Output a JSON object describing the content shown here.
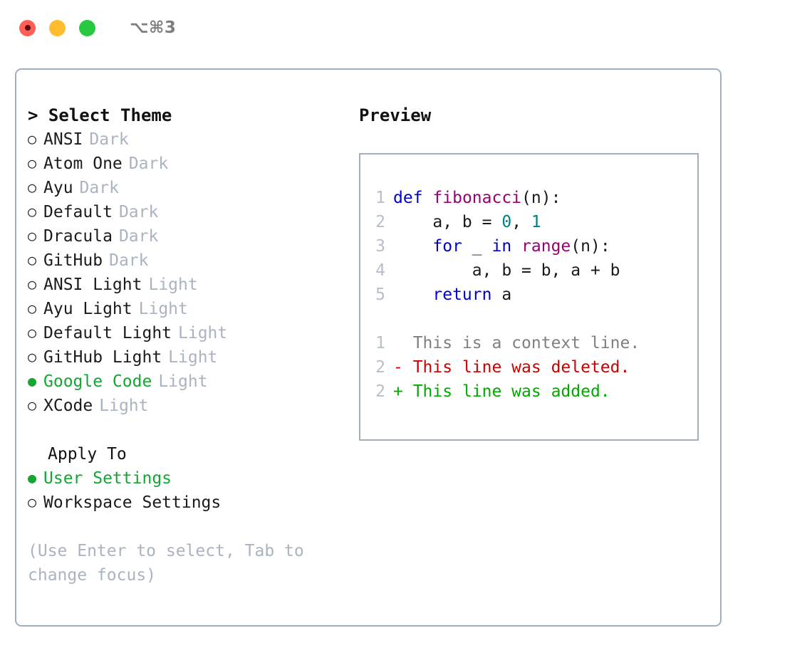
{
  "titlebar": {
    "buttons": [
      {
        "name": "close",
        "color": "#ff5f57",
        "recording": true
      },
      {
        "name": "minimize",
        "color": "#ffbd2e",
        "recording": false
      },
      {
        "name": "zoom",
        "color": "#28c840",
        "recording": false
      }
    ],
    "shortcut": "⌥⌘3"
  },
  "theme_picker": {
    "header": "> Select Theme",
    "options": [
      {
        "marker": "○",
        "name": "ANSI",
        "kind": "Dark",
        "selected": false
      },
      {
        "marker": "○",
        "name": "Atom One",
        "kind": "Dark",
        "selected": false
      },
      {
        "marker": "○",
        "name": "Ayu",
        "kind": "Dark",
        "selected": false
      },
      {
        "marker": "○",
        "name": "Default",
        "kind": "Dark",
        "selected": false
      },
      {
        "marker": "○",
        "name": "Dracula",
        "kind": "Dark",
        "selected": false
      },
      {
        "marker": "○",
        "name": "GitHub",
        "kind": "Dark",
        "selected": false
      },
      {
        "marker": "○",
        "name": "ANSI Light",
        "kind": "Light",
        "selected": false
      },
      {
        "marker": "○",
        "name": "Ayu Light",
        "kind": "Light",
        "selected": false
      },
      {
        "marker": "○",
        "name": "Default Light",
        "kind": "Light",
        "selected": false
      },
      {
        "marker": "○",
        "name": "GitHub Light",
        "kind": "Light",
        "selected": false
      },
      {
        "marker": "●",
        "name": "Google Code",
        "kind": "Light",
        "selected": true
      },
      {
        "marker": "○",
        "name": "XCode",
        "kind": "Light",
        "selected": false
      }
    ]
  },
  "apply_to": {
    "header": "Apply To",
    "options": [
      {
        "marker": "●",
        "name": "User Settings",
        "selected": true
      },
      {
        "marker": "○",
        "name": "Workspace Settings",
        "selected": false
      }
    ]
  },
  "hint": "(Use Enter to select, Tab to change focus)",
  "preview": {
    "title": "Preview",
    "code_lines": [
      {
        "no": "1",
        "tokens": [
          {
            "t": "def",
            "c": "kw"
          },
          {
            "t": " ",
            "c": "plain"
          },
          {
            "t": "fibonacci",
            "c": "fn"
          },
          {
            "t": "(n):",
            "c": "plain"
          }
        ]
      },
      {
        "no": "2",
        "tokens": [
          {
            "t": "    a, b = ",
            "c": "plain"
          },
          {
            "t": "0",
            "c": "num"
          },
          {
            "t": ", ",
            "c": "plain"
          },
          {
            "t": "1",
            "c": "num"
          }
        ]
      },
      {
        "no": "3",
        "tokens": [
          {
            "t": "    ",
            "c": "plain"
          },
          {
            "t": "for",
            "c": "kw"
          },
          {
            "t": " _ ",
            "c": "plain"
          },
          {
            "t": "in",
            "c": "kw"
          },
          {
            "t": " ",
            "c": "plain"
          },
          {
            "t": "range",
            "c": "builtin"
          },
          {
            "t": "(n):",
            "c": "plain"
          }
        ]
      },
      {
        "no": "4",
        "tokens": [
          {
            "t": "        a, b = b, a + b",
            "c": "plain"
          }
        ]
      },
      {
        "no": "5",
        "tokens": [
          {
            "t": "    ",
            "c": "plain"
          },
          {
            "t": "return",
            "c": "kw"
          },
          {
            "t": " a",
            "c": "plain"
          }
        ]
      }
    ],
    "diff_lines": [
      {
        "no": "1",
        "marker": " ",
        "text": " This is a context line.",
        "kind": "ctx"
      },
      {
        "no": "2",
        "marker": "-",
        "text": " This line was deleted.",
        "kind": "del"
      },
      {
        "no": "2",
        "marker": "+",
        "text": " This line was added.",
        "kind": "add"
      }
    ]
  },
  "colors": {
    "border": "#a3aebd",
    "accent_green": "#16a434",
    "muted": "#a9b3c1",
    "keyword": "#0000cc",
    "function": "#990073",
    "number": "#008080",
    "diff_add": "#00aa00",
    "diff_del": "#cc0000",
    "diff_ctx": "#7f7f7f"
  }
}
